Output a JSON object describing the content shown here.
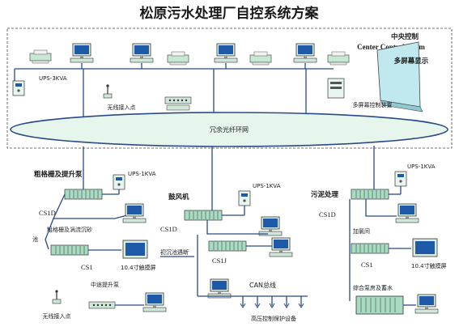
{
  "title": "松原污水处理厂自控系统方案",
  "colors": {
    "accent_green": "#c8ecd6",
    "device_green": "#a8dcc2",
    "screen_blue": "#1e5aa8",
    "line_blue": "#2a4a88",
    "ring_fill": "#e6f6ec",
    "wall_cyan": "#bfe8ef"
  },
  "central": {
    "title_cn": "中央控制",
    "title_en": "Center Control Room",
    "ups": "UPS-3KVA",
    "wireless": "无线接入点",
    "multi_screen_display": "多屏幕显示",
    "multi_screen_controller": "多屏幕控制装置"
  },
  "ring": {
    "label": "冗余光纤环网"
  },
  "left_station": {
    "title": "粗格栅及提升泵",
    "ups": "UPS-1KVA",
    "cs1d": "CS1D",
    "pc_label": "粗格栅及涡流沉砂",
    "pool_char": "池",
    "cs1": "CS1",
    "touch": "10.4寸触摸屏",
    "mid_pump": "中途提升泵",
    "wireless": "无线接入点"
  },
  "mid_station": {
    "title": "鼓风机",
    "ups": "UPS-1KVA",
    "cs1d": "CS1D",
    "sedimentation": "初沉池遇断",
    "cs1j": "CS1J",
    "can_bus": "CAN总线",
    "hv_protection": "高压控制保护设备"
  },
  "right_station": {
    "title": "污泥处理",
    "ups": "UPS-1KVA",
    "cs1d": "CS1D",
    "chlorination": "加氯间",
    "cs1": "CS1",
    "touch": "10.4寸触摸屏",
    "pumphouse": "综合泵房及蓄水"
  }
}
